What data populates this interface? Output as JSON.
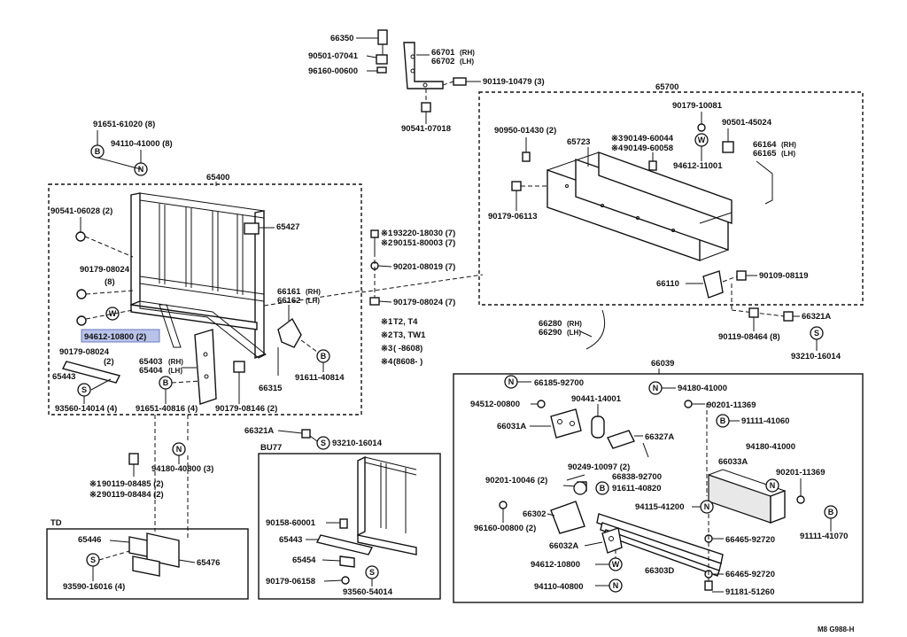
{
  "groups": {
    "g65400": "65400",
    "g65700": "65700",
    "g66039": "66039",
    "gBU77": "BU77",
    "gTD": "TD"
  },
  "labels": {
    "p66350": "66350",
    "p90501_07041": "90501-07041",
    "p96160_00600": "96160-00600",
    "p66701": "66701",
    "p66702": "66702",
    "rh": "(RH)",
    "lh": "(LH)",
    "p90119_10479": "90119-10479 (3)",
    "p90541_07018": "90541-07018",
    "p91651_61020": "91651-61020 (8)",
    "p94110_41000": "94110-41000 (8)",
    "p90541_06028": "90541-06028 (2)",
    "p65427": "65427",
    "p90179_08024a": "90179-08024",
    "p90179_08024a_q": "(8)",
    "p94612_10800": "94612-10800 (2)",
    "p90179_08024b": "90179-08024",
    "p90179_08024b_q": "(2)",
    "p65443": "65443",
    "p93560_14014": "93560-14014 (4)",
    "p65403": "65403",
    "p65404": "65404",
    "p91651_40816": "91651-40816 (4)",
    "p90179_08146": "90179-08146 (2)",
    "p66315": "66315",
    "p66161": "66161",
    "p66162": "66162",
    "p91611_40814": "91611-40814",
    "p93220_18030": "93220-18030 (7)",
    "p90151_80003": "90151-80003 (7)",
    "m1": "※1",
    "m2": "※2",
    "m3": "※3",
    "m4": "※4",
    "p90201_08019": "90201-08019 (7)",
    "p90179_08024c": "90179-08024 (7)",
    "note1": "T2, T4",
    "note2": "T3, TW1",
    "note3": "(       -8608)",
    "note4": "(8608-       )",
    "p66321A_a": "66321A",
    "p93210_16014a": "93210-16014",
    "p94180_40800": "94180-40800 (3)",
    "p90119_08485": "90119-08485 (2)",
    "p90119_08484": "90119-08484 (2)",
    "p65446": "65446",
    "p65476": "65476",
    "p93590_16016": "93590-16016 (4)",
    "p90158_60001": "90158-60001",
    "p65443b": "65443",
    "p65454": "65454",
    "p90179_06158": "90179-06158",
    "p93560_54014": "93560-54014",
    "p90179_10081": "90179-10081",
    "p90950_01430": "90950-01430 (2)",
    "p65723": "65723",
    "p90149_60044": "90149-60044",
    "p90149_60058": "90149-60058",
    "p90501_45024": "90501-45024",
    "p66164": "66164",
    "p66165": "66165",
    "p94612_11001": "94612-11001",
    "p90179_06113": "90179-06113",
    "p66110": "66110",
    "p90109_08119": "90109-08119",
    "p66280": "66280",
    "p66290": "66290",
    "p90119_08464": "90119-08464 (8)",
    "p66321A_b": "66321A",
    "p93210_16014b": "93210-16014",
    "p66185_92700": "66185-92700",
    "p94180_41000a": "94180-41000",
    "p94512_00800": "94512-00800",
    "p90441_14001": "90441-14001",
    "p90201_11369a": "90201-11369",
    "p91111_41060": "91111-41060",
    "p66031A": "66031A",
    "p66327A": "66327A",
    "p94180_41000b": "94180-41000",
    "p90249_10097": "90249-10097 (2)",
    "p66838_92700": "66838-92700",
    "p66033A": "66033A",
    "p90201_11369b": "90201-11369",
    "p90201_10046": "90201-10046 (2)",
    "p91611_40820": "91611-40820",
    "p94115_41200": "94115-41200",
    "p66302": "66302",
    "p96160_00800": "96160-00800 (2)",
    "p66032A": "66032A",
    "p66465_92720a": "66465-92720",
    "p91111_41070": "91111-41070",
    "p94612_10800b": "94612-10800",
    "p66303D": "66303D",
    "p66465_92720b": "66465-92720",
    "p94110_40800": "94110-40800",
    "p91181_51260": "91181-51260",
    "footer": "M8 G988-H"
  },
  "symbols": {
    "bolt": "B",
    "nut": "N",
    "washer": "W",
    "spring": "S"
  }
}
